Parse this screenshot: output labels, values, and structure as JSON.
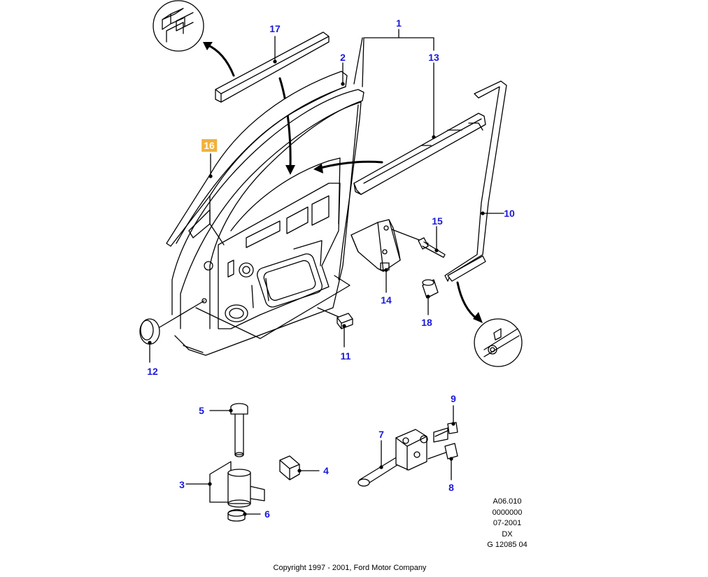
{
  "diagram": {
    "callouts": {
      "c1": "1",
      "c2": "2",
      "c3": "3",
      "c4": "4",
      "c5": "5",
      "c6": "6",
      "c7": "7",
      "c8": "8",
      "c9": "9",
      "c10": "10",
      "c11": "11",
      "c12": "12",
      "c13": "13",
      "c14": "14",
      "c15": "15",
      "c16": "16",
      "c17": "17",
      "c18": "18"
    },
    "reference_block": {
      "line1": "A06.010",
      "line2": "0000000",
      "line3": "07-2001",
      "line4": "DX",
      "line5": "G 12085 04"
    },
    "copyright": "Copyright 1997 - 2001, Ford Motor Company"
  },
  "colors": {
    "callout_text": "#1a1ad6",
    "highlight_badge": "#f0b23a",
    "line_art": "#000000"
  }
}
